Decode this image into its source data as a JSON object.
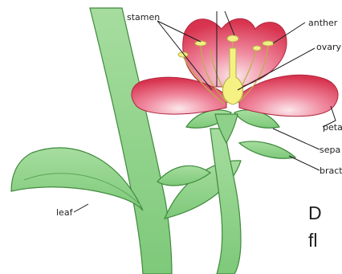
{
  "labels": {
    "stamen": "stamen",
    "anther": "anther",
    "ovary": "ovary",
    "petal": "peta",
    "sepal": "sepa",
    "bract": "bract",
    "leaf": "leaf"
  },
  "text_fragments": {
    "line1": "D",
    "line2": "fl"
  },
  "colors": {
    "stem": "#8ed08b",
    "stem_edge": "#3f8a3c",
    "petal": "#e54a63",
    "petal_light": "#f7c9d0",
    "stamen": "#f3f08a",
    "stamen_edge": "#b9b24a",
    "ovary": "#f5f283"
  }
}
